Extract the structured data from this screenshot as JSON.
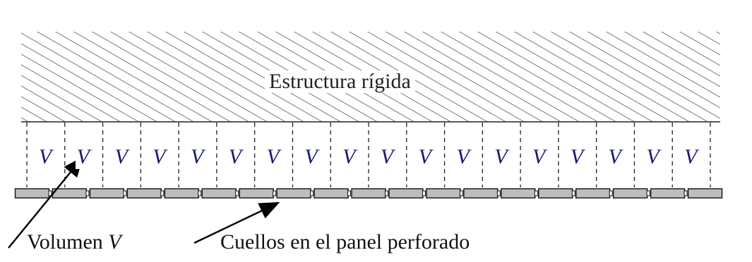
{
  "structure": {
    "label": "Estructura rígida"
  },
  "cells": {
    "letter": "V",
    "count": 18
  },
  "panel": {
    "segments": 19
  },
  "captions": {
    "volume_text": "Volumen ",
    "volume_symbol": "V",
    "necks_text": "Cuellos en el panel perforado"
  },
  "colors": {
    "line": "#222222",
    "hatch": "#333333",
    "panel_fill": "#bdbdbd",
    "letter": "#1a1a70"
  }
}
